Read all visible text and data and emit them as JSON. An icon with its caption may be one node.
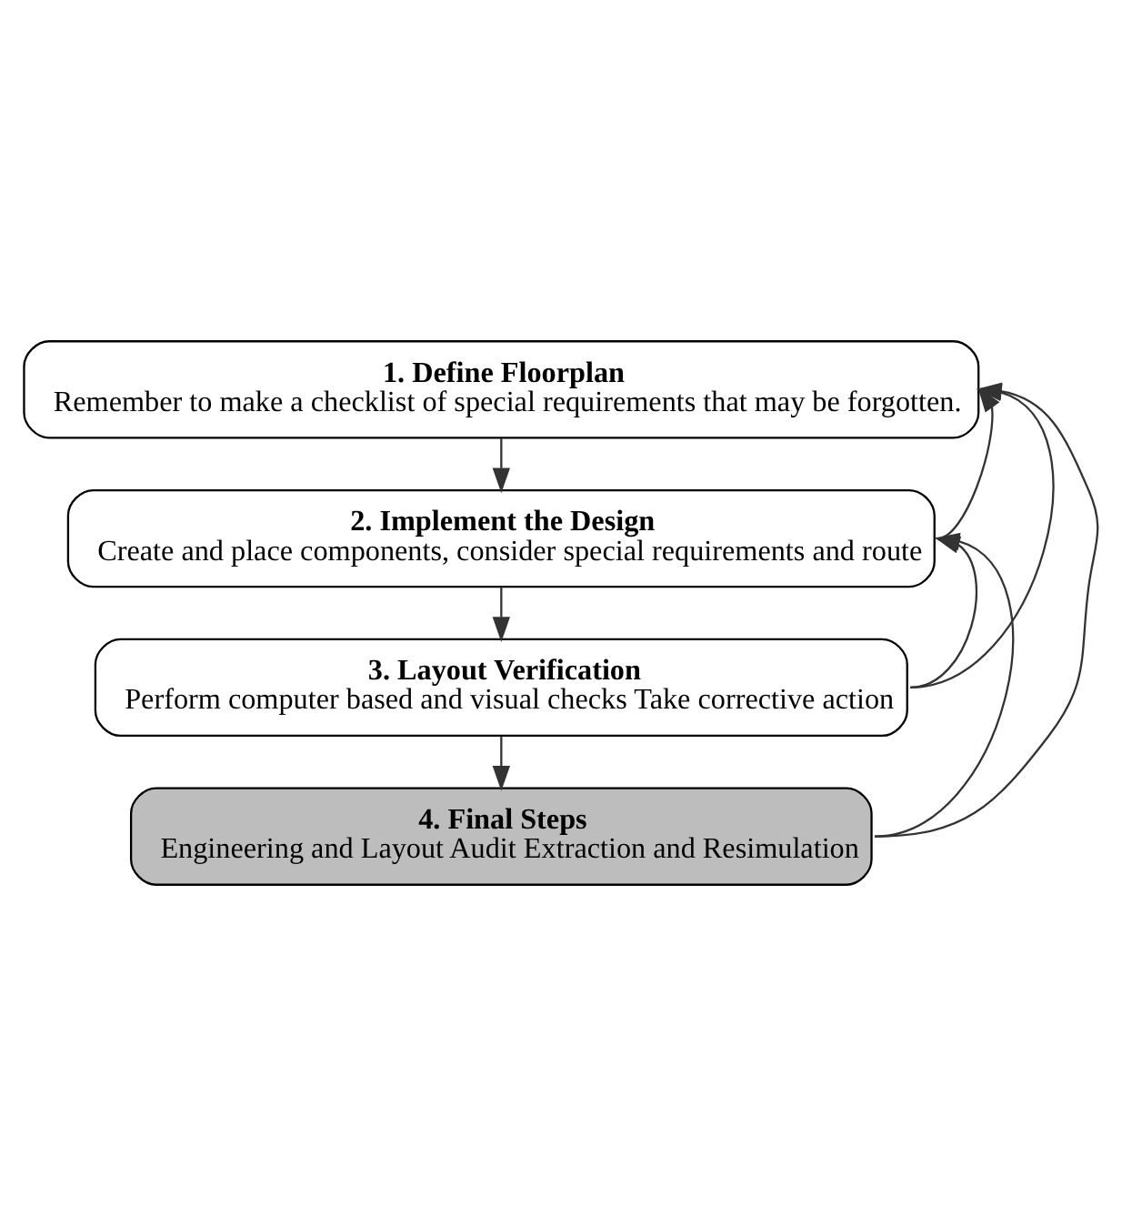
{
  "diagram": {
    "nodes": [
      {
        "text": [
          "1. Define Floorplan",
          "Remember to make a checklist of special requirements that may be forgotten."
        ]
      },
      {
        "text": [
          "2. Implement the Design",
          "Create and place components, consider special requirements and route"
        ]
      },
      {
        "text": [
          "3. Layout Verification",
          "Perform computer based and visual checks Take corrective action"
        ]
      },
      {
        "text": [
          "4. Final Steps",
          "Engineering and Layout Audit Extraction and Resimulation"
        ]
      }
    ],
    "edges": [
      {
        "from": 0,
        "to": 1,
        "arrow": "to"
      },
      {
        "from": 1,
        "to": 2,
        "arrow": "to"
      },
      {
        "from": 2,
        "to": 3,
        "arrow": "to"
      },
      {
        "from": 1,
        "to": 0,
        "arrow": "to"
      },
      {
        "from": 2,
        "to": 0,
        "arrow": "to"
      },
      {
        "from": 3,
        "to": 0,
        "arrow": "to"
      },
      {
        "from": 2,
        "to": 1,
        "arrow": "to"
      },
      {
        "from": 3,
        "to": 1,
        "arrow": "to"
      }
    ]
  }
}
